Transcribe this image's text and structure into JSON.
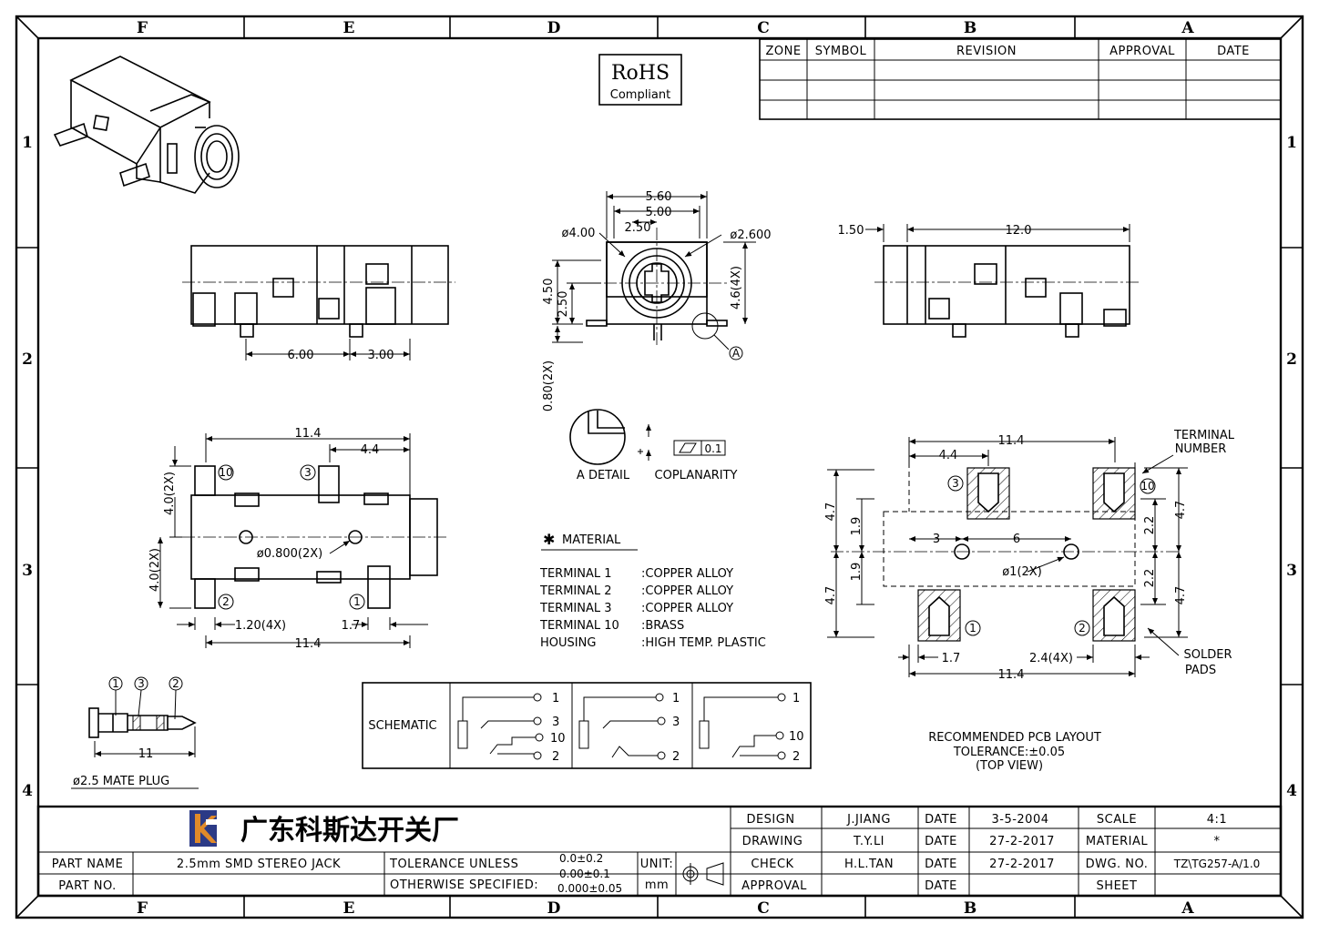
{
  "zones": {
    "columns": [
      "F",
      "E",
      "D",
      "C",
      "B",
      "A"
    ],
    "rows": [
      "1",
      "2",
      "3",
      "4"
    ]
  },
  "rohs": {
    "line1": "RoHS",
    "line2": "Compliant"
  },
  "revision_table": {
    "headers": [
      "ZONE",
      "SYMBOL",
      "REVISION",
      "APPROVAL",
      "DATE"
    ]
  },
  "front_view": {
    "dims": [
      "5.60",
      "5.00",
      "2.50",
      "ø4.00",
      "ø2.600",
      "4.50",
      "2.50",
      "4.6(4X)",
      "0.80(2X)"
    ],
    "detail_ref": "A"
  },
  "side_view_left": {
    "dims": [
      "6.00",
      "3.00"
    ]
  },
  "side_view_right": {
    "dims": [
      "1.50",
      "12.0"
    ]
  },
  "detail": {
    "label": "A  DETAIL",
    "coplanarity_label": "COPLANARITY",
    "coplanarity_value": "0.1"
  },
  "top_view": {
    "dims": [
      "11.4",
      "4.4",
      "4.0(2X)",
      "4.0(2X)",
      "ø0.800(2X)",
      "1.20(4X)",
      "1.7",
      "11.4"
    ],
    "terminals": [
      "10",
      "3",
      "2",
      "1"
    ]
  },
  "pcb": {
    "dims": [
      "11.4",
      "4.4",
      "4.7",
      "1.9",
      "1.9",
      "4.7",
      "3",
      "6",
      "ø1(2X)",
      "2.2",
      "2.2",
      "4.7",
      "4.7",
      "1.7",
      "2.4(4X)",
      "11.4"
    ],
    "terminal_label": [
      "TERMINAL",
      "NUMBER"
    ],
    "solder_label": [
      "SOLDER",
      "PADS"
    ],
    "terminals": [
      "3",
      "10",
      "1",
      "2"
    ],
    "caption": [
      "RECOMMENDED PCB LAYOUT",
      "TOLERANCE:±0.05",
      "(TOP VIEW)"
    ]
  },
  "material": {
    "title": "MATERIAL",
    "rows": [
      {
        "item": "TERMINAL 1",
        "value": ":COPPER  ALLOY"
      },
      {
        "item": "TERMINAL 2",
        "value": ":COPPER  ALLOY"
      },
      {
        "item": "TERMINAL 3",
        "value": ":COPPER  ALLOY"
      },
      {
        "item": "TERMINAL 10",
        "value": ":BRASS"
      },
      {
        "item": "HOUSING",
        "value": ":HIGH  TEMP.  PLASTIC"
      }
    ]
  },
  "schematic": {
    "label": "SCHEMATIC",
    "panels": [
      [
        "1",
        "3",
        "10",
        "2"
      ],
      [
        "1",
        "3",
        "2"
      ],
      [
        "1",
        "10",
        "2"
      ]
    ]
  },
  "plug": {
    "terminals": [
      "1",
      "3",
      "2"
    ],
    "dim": "11",
    "caption": "ø2.5 MATE PLUG"
  },
  "title_block": {
    "company": "广东科斯达开关厂",
    "part_name_label": "PART NAME",
    "part_name": "2.5mm SMD STEREO JACK",
    "part_no_label": "PART NO.",
    "tolerance_label_1": "TOLERANCE  UNLESS",
    "tolerance_label_2": "OTHERWISE  SPECIFIED:",
    "tolerances": [
      "0.0±0.2",
      "0.00±0.1",
      "0.000±0.05"
    ],
    "unit_label": "UNIT:",
    "unit": "mm",
    "rows": [
      {
        "role": "DESIGN",
        "name": "J.JIANG",
        "date_label": "DATE",
        "date": "3-5-2004",
        "key": "SCALE",
        "value": "4:1"
      },
      {
        "role": "DRAWING",
        "name": "T.Y.LI",
        "date_label": "DATE",
        "date": "27-2-2017",
        "key": "MATERIAL",
        "value": "*"
      },
      {
        "role": "CHECK",
        "name": "H.L.TAN",
        "date_label": "DATE",
        "date": "27-2-2017",
        "key": "DWG. NO.",
        "value": "TZ\\TG257-A/1.0"
      },
      {
        "role": "APPROVAL",
        "name": "",
        "date_label": "DATE",
        "date": "",
        "key": "SHEET",
        "value": ""
      }
    ]
  }
}
